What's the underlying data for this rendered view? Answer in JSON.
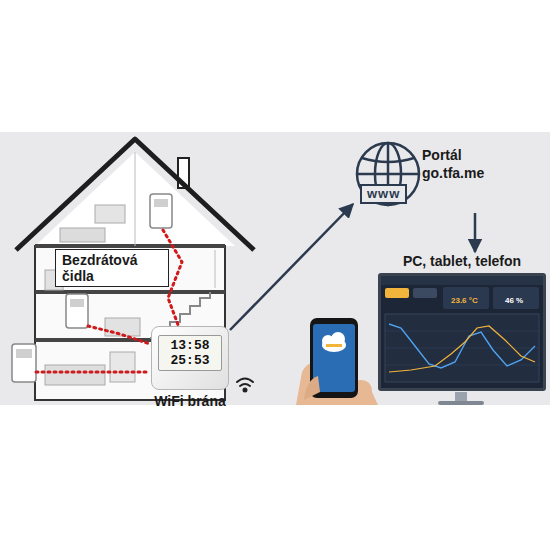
{
  "diagram": {
    "nodes": [
      {
        "text": [
          "Bezdrátová čidla"
        ]
      },
      {
        "text": [
          "13:58",
          "25:53",
          "WiFi brána"
        ]
      },
      {
        "text": [
          "www",
          "Portál go.tfa.me"
        ]
      },
      {
        "text": [
          "PC, tablet, telefon",
          "23.6 °C",
          "46 %"
        ]
      }
    ],
    "edges": [
      {
        "from": 1,
        "to": 2,
        "arrow": "to"
      },
      {
        "from": 2,
        "to": 3,
        "arrow": "to"
      }
    ]
  }
}
